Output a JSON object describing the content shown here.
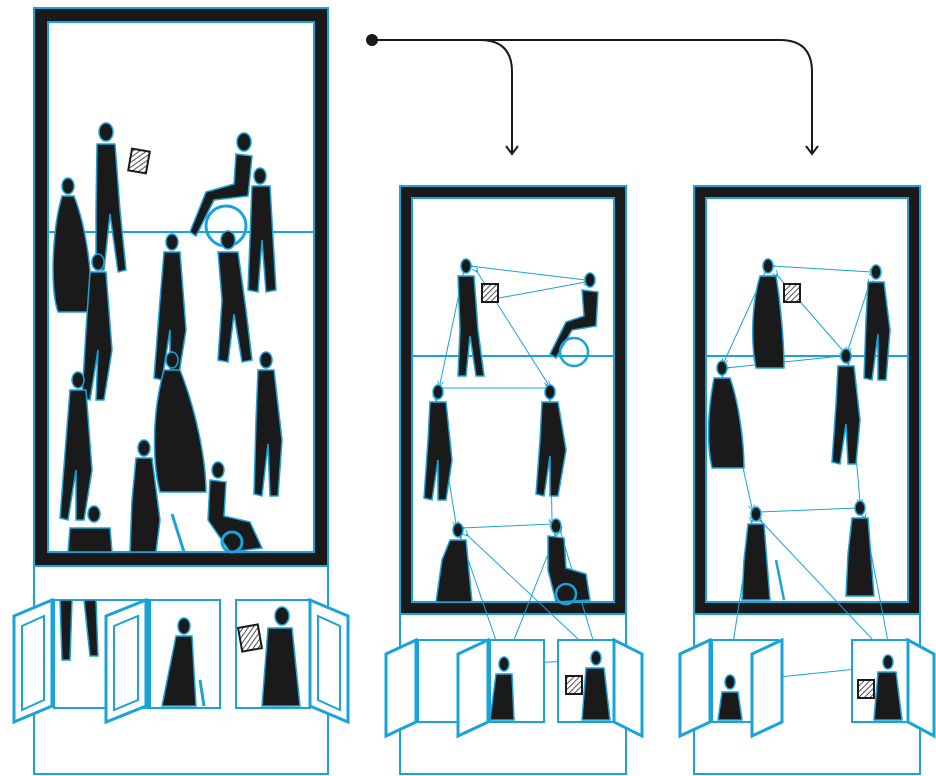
{
  "colors": {
    "ink": "#1a1a1a",
    "accent": "#1aa3d9",
    "paper": "#ffffff"
  },
  "figure": {
    "kind": "illustration",
    "panels": [
      {
        "id": "crowded",
        "icon": "crowded-building-panel-icon"
      },
      {
        "id": "network-a",
        "icon": "network-building-panel-icon"
      },
      {
        "id": "network-b",
        "icon": "network-building-panel-icon"
      }
    ],
    "connector": {
      "icon": "branching-arrow-icon",
      "targets": [
        "network-a",
        "network-b"
      ]
    }
  }
}
